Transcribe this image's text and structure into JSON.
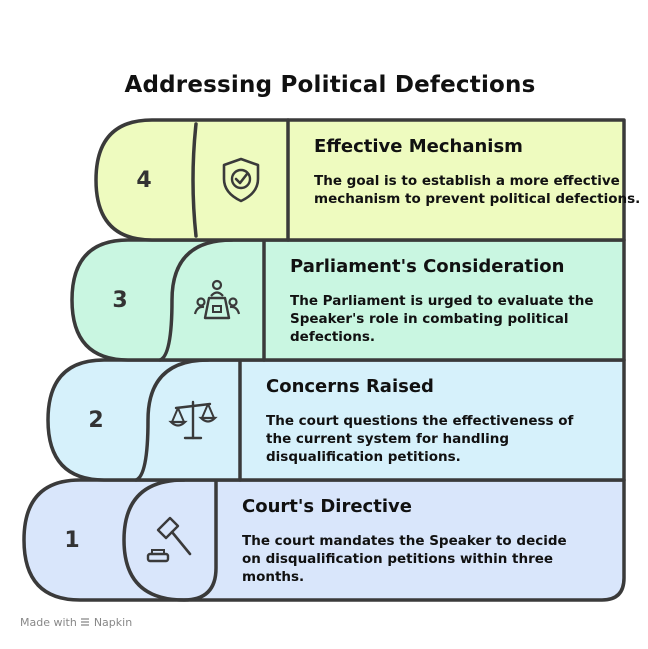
{
  "title": "Addressing Political Defections",
  "steps": [
    {
      "number": "4",
      "title": "Effective Mechanism",
      "description": "The goal is to establish a more effective mechanism to prevent political defections.",
      "icon": "shield-check-icon",
      "color": "#eefbbf"
    },
    {
      "number": "3",
      "title": "Parliament's Consideration",
      "description": "The Parliament is urged to evaluate the Speaker's role in combating political defections.",
      "icon": "meeting-icon",
      "color": "#c9f6e1"
    },
    {
      "number": "2",
      "title": "Concerns Raised",
      "description": "The court questions the effectiveness of the current system for handling disqualification petitions.",
      "icon": "scales-icon",
      "color": "#d6f1fb"
    },
    {
      "number": "1",
      "title": "Court's Directive",
      "description": "The court mandates the Speaker to decide on disqualification petitions within three months.",
      "icon": "gavel-icon",
      "color": "#d9e6fb"
    }
  ],
  "footer": {
    "made_with": "Made with",
    "brand": "Napkin"
  },
  "colors": {
    "outline": "#3a3a3a"
  }
}
